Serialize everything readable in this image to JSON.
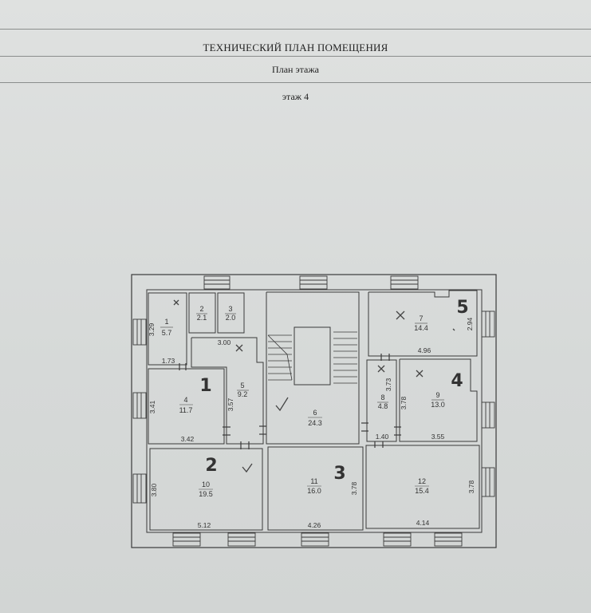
{
  "header": {
    "title": "ТЕХНИЧЕСКИЙ ПЛАН ПОМЕЩЕНИЯ",
    "subtitle": "План этажа",
    "floor": "этаж 4"
  },
  "rooms": [
    {
      "num": "1",
      "area": "5.7"
    },
    {
      "num": "2",
      "area": "2.1"
    },
    {
      "num": "3",
      "area": "2.0"
    },
    {
      "num": "4",
      "area": "11.7"
    },
    {
      "num": "5",
      "area": "9.2"
    },
    {
      "num": "6",
      "area": "24.3"
    },
    {
      "num": "7",
      "area": "14.4"
    },
    {
      "num": "8",
      "area": "4.8"
    },
    {
      "num": "9",
      "area": "13.0"
    },
    {
      "num": "10",
      "area": "19.5"
    },
    {
      "num": "11",
      "area": "16.0"
    },
    {
      "num": "12",
      "area": "15.4"
    }
  ],
  "dimensions": [
    "3.29",
    "1.73",
    "3.00",
    "3.41",
    "3.42",
    "3.57",
    "2.94",
    "4.96",
    "3.73",
    "3.78",
    "1.40",
    "3.55",
    "3.80",
    "5.12",
    "4.26",
    "3.78",
    "4.14",
    "3.78"
  ],
  "handwritten": [
    "1",
    "2",
    "3",
    "4",
    "5"
  ]
}
